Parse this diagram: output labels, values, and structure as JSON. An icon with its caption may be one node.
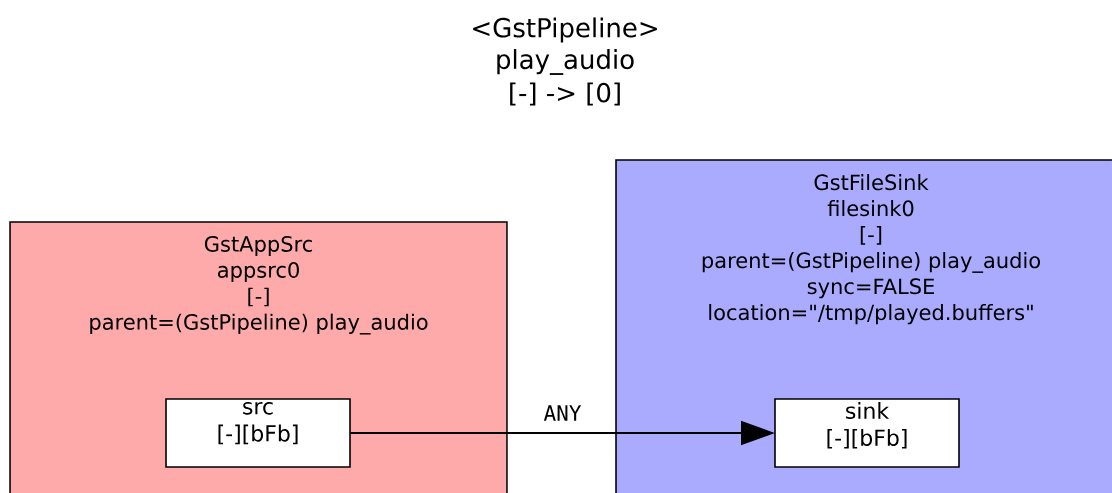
{
  "diagram": {
    "nodes": [
      {
        "text": [
          "GstAppSrc",
          "appsrc0",
          "[-]",
          "parent=(GstPipeline) play_audio"
        ]
      },
      {
        "text": [
          "src",
          "[-][bFb]"
        ],
        "in": 0
      },
      {
        "text": [
          "GstFileSink",
          "filesink0",
          "[-]",
          "parent=(GstPipeline) play_audio",
          "sync=FALSE",
          "location=\"/tmp/played.buffers\""
        ]
      },
      {
        "text": [
          "sink",
          "[-][bFb]"
        ],
        "in": 2
      }
    ],
    "edges": [
      {
        "from": 1,
        "to": 3,
        "arrow": "to",
        "label": "ANY"
      }
    ],
    "labels": [
      "<GstPipeline>",
      "play_audio",
      "[-] -> [0]"
    ]
  }
}
